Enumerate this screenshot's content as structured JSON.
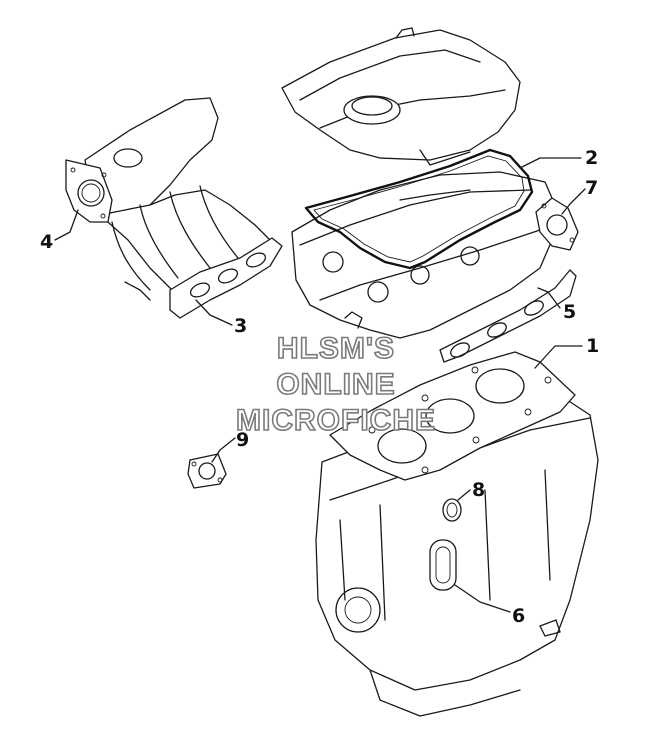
{
  "callouts": [
    {
      "label": "1"
    },
    {
      "label": "2"
    },
    {
      "label": "3"
    },
    {
      "label": "4"
    },
    {
      "label": "5"
    },
    {
      "label": "6"
    },
    {
      "label": "7"
    },
    {
      "label": "8"
    },
    {
      "label": "9"
    }
  ],
  "watermark": {
    "line1": "HLSM'S",
    "line2": "ONLINE",
    "line3": "MICROFICHE"
  }
}
